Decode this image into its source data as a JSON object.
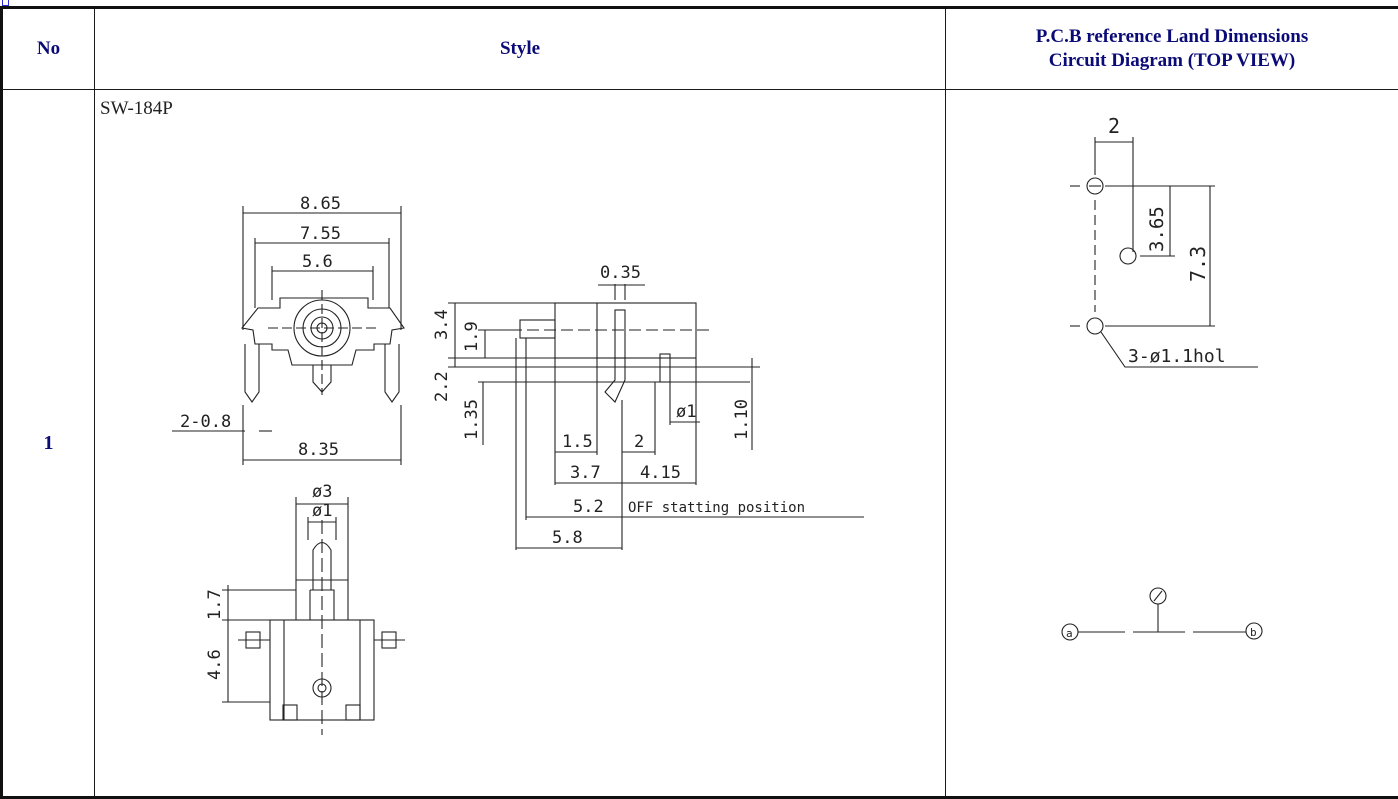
{
  "table": {
    "headers": {
      "no": "No",
      "style": "Style",
      "pcb_line1": "P.C.B reference Land Dimensions",
      "pcb_line2": "Circuit Diagram (TOP VIEW)"
    },
    "rows": [
      {
        "no": "1",
        "model": "SW-184P"
      }
    ]
  },
  "drawing": {
    "front": {
      "w1": "8.65",
      "w2": "7.55",
      "w3": "5.6",
      "pins": "2-0.8",
      "bottom": "8.35"
    },
    "side": {
      "d035": "0.35",
      "d34": "3.4",
      "d19": "1.9",
      "d22": "2.2",
      "d135": "1.35",
      "d15": "1.5",
      "d2": "2",
      "phi1": "ø1",
      "d110": "1.10",
      "d37": "3.7",
      "d415": "4.15",
      "d52": "5.2",
      "off_note": "OFF statting position",
      "d58": "5.8"
    },
    "top": {
      "phi3": "ø3",
      "phi1": "ø1",
      "d17": "1.7",
      "d46": "4.6"
    },
    "pcb": {
      "d2": "2",
      "d365": "3.65",
      "d73": "7.3",
      "holes": "3-ø1.1hol"
    },
    "circuit": {
      "a": "a",
      "b": "b"
    }
  },
  "colors": {
    "header_text": "#0b0b78",
    "line": "#222222",
    "corner": "#2b2bd6"
  }
}
